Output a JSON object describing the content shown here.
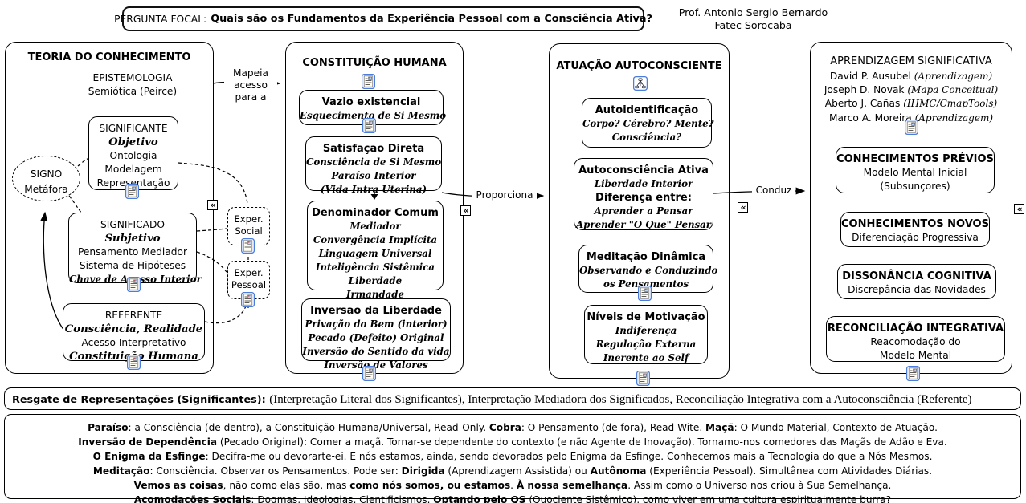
{
  "header": {
    "focal_label": "PERGUNTA FOCAL:",
    "focal_question": "Quais são os Fundamentos da Experiência Pessoal com a Consciência Ativa?",
    "author_line1": "Prof. Antonio Sergio Bernardo",
    "author_line2": "Fatec Sorocaba"
  },
  "colors": {
    "icon_border": "#4a7ddc",
    "ink": "#000000",
    "background": "#ffffff"
  },
  "icons": {
    "resource": "resource-link-icon",
    "cmap": "concept-map-icon",
    "collapse": "«"
  },
  "groups": {
    "teoria": "TEORIA DO CONHECIMENTO",
    "constituicao": "CONSTITUIÇÃO HUMANA",
    "atuacao": "ATUAÇÃO AUTOCONSCIENTE",
    "aprendizagem": "APRENDIZAGEM SIGNIFICATIVA"
  },
  "connectors": {
    "mapeia": [
      [
        {
          "t": "Mapeia",
          "s": "sans"
        }
      ],
      [
        {
          "t": "acesso",
          "s": "sans"
        }
      ],
      [
        {
          "t": "para a",
          "s": "sans"
        }
      ]
    ],
    "proporciona": "Proporciona",
    "conduz": "Conduz"
  },
  "nodes": {
    "epistemologia": [
      [
        {
          "t": "EPISTEMOLOGIA",
          "s": "sans"
        }
      ],
      [
        {
          "t": "Semiótica (Peirce)",
          "s": "sans"
        }
      ]
    ],
    "significante": [
      [
        {
          "t": "SIGNIFICANTE",
          "s": "sans"
        }
      ],
      [
        {
          "t": "Objetivo",
          "s": "scrL"
        }
      ],
      [
        {
          "t": "Ontologia",
          "s": "sans"
        }
      ],
      [
        {
          "t": "Modelagem",
          "s": "sans"
        }
      ],
      [
        {
          "t": "Representação",
          "s": "sans"
        }
      ]
    ],
    "signo": [
      [
        {
          "t": "SIGNO",
          "s": "sans"
        }
      ],
      [
        {
          "t": "Metáfora",
          "s": "sans"
        }
      ]
    ],
    "significado": [
      [
        {
          "t": "SIGNIFICADO",
          "s": "sans"
        }
      ],
      [
        {
          "t": "Subjetivo",
          "s": "scrL"
        }
      ],
      [
        {
          "t": "Pensamento Mediador",
          "s": "sans"
        }
      ],
      [
        {
          "t": "Sistema de Hipóteses",
          "s": "sans"
        }
      ],
      [
        {
          "t": "Chave de Acesso Interior",
          "s": "scr"
        }
      ]
    ],
    "referente": [
      [
        {
          "t": "REFERENTE",
          "s": "sans"
        }
      ],
      [
        {
          "t": "Consciência, Realidade",
          "s": "scrL"
        }
      ],
      [
        {
          "t": "Acesso Interpretativo",
          "s": "sans"
        }
      ],
      [
        {
          "t": "Constituição Humana",
          "s": "scrL"
        }
      ]
    ],
    "vazio": [
      [
        {
          "t": "Vazio existencial",
          "s": "sb"
        }
      ],
      [
        {
          "t": "Esquecimento de Si Mesmo",
          "s": "scr"
        }
      ]
    ],
    "satisfacao": [
      [
        {
          "t": "Satisfação Direta",
          "s": "sb"
        }
      ],
      [
        {
          "t": "Consciência de Si Mesmo",
          "s": "scr"
        }
      ],
      [
        {
          "t": "Paraíso Interior",
          "s": "scr"
        }
      ],
      [
        {
          "t": "(Vida Intra Uterina)",
          "s": "scr"
        }
      ]
    ],
    "denominador": [
      [
        {
          "t": "Denominador Comum",
          "s": "sb"
        }
      ],
      [
        {
          "t": "Mediador",
          "s": "scr"
        }
      ],
      [
        {
          "t": "Convergência Implícita",
          "s": "scr"
        }
      ],
      [
        {
          "t": "Linguagem Universal",
          "s": "scr"
        }
      ],
      [
        {
          "t": "Inteligência Sistêmica",
          "s": "scr"
        }
      ],
      [
        {
          "t": "Liberdade",
          "s": "scr"
        }
      ],
      [
        {
          "t": "Irmandade",
          "s": "scr"
        }
      ]
    ],
    "inversao": [
      [
        {
          "t": "Inversão da Liberdade",
          "s": "sb"
        }
      ],
      [
        {
          "t": "Privação do Bem (interior)",
          "s": "scr"
        }
      ],
      [
        {
          "t": "Pecado (Defeito) Original",
          "s": "scr"
        }
      ],
      [
        {
          "t": "Inversão do Sentido da vida",
          "s": "scr"
        }
      ],
      [
        {
          "t": "Inversão de Valores",
          "s": "scr"
        }
      ]
    ],
    "autoident": [
      [
        {
          "t": "Autoidentificação",
          "s": "sb"
        }
      ],
      [
        {
          "t": "Corpo? Cérebro? Mente?",
          "s": "scr"
        }
      ],
      [
        {
          "t": "Consciência?",
          "s": "scr"
        }
      ]
    ],
    "autoconsc": [
      [
        {
          "t": "Autoconsciência Ativa",
          "s": "sb"
        }
      ],
      [
        {
          "t": "Liberdade Interior",
          "s": "scr"
        }
      ],
      [
        {
          "t": "Diferença entre:",
          "s": "sb"
        }
      ],
      [
        {
          "t": "Aprender a Pensar",
          "s": "scr"
        }
      ],
      [
        {
          "t": "Aprender \"O Que\" Pensar",
          "s": "scr"
        }
      ]
    ],
    "meditacao": [
      [
        {
          "t": "Meditação Dinâmica",
          "s": "sb"
        }
      ],
      [
        {
          "t": "Observando e Conduzindo",
          "s": "scr"
        }
      ],
      [
        {
          "t": "os Pensamentos",
          "s": "scr"
        }
      ]
    ],
    "niveis": [
      [
        {
          "t": "Níveis de Motivação",
          "s": "sb"
        }
      ],
      [
        {
          "t": "Indiferença",
          "s": "scr"
        }
      ],
      [
        {
          "t": "Regulação Externa",
          "s": "scr"
        }
      ],
      [
        {
          "t": "Inerente ao Self",
          "s": "scr"
        }
      ]
    ],
    "autores": [
      [
        {
          "t": "David P. Ausubel ",
          "s": "sans"
        },
        {
          "t": "(Aprendizagem)",
          "s": "si"
        }
      ],
      [
        {
          "t": "Joseph D. Novak ",
          "s": "sans"
        },
        {
          "t": "(Mapa Conceitual)",
          "s": "si"
        }
      ],
      [
        {
          "t": "Aberto J. Cañas ",
          "s": "sans"
        },
        {
          "t": "(IHMC/CmapTools)",
          "s": "si"
        }
      ],
      [
        {
          "t": "Marco A. Moreira ",
          "s": "sans"
        },
        {
          "t": "(Aprendizagem)",
          "s": "si"
        }
      ]
    ],
    "previos": [
      [
        {
          "t": "CONHECIMENTOS PRÉVIOS",
          "s": "sb"
        }
      ],
      [
        {
          "t": "Modelo Mental Inicial",
          "s": "sans"
        }
      ],
      [
        {
          "t": "(Subsunçores)",
          "s": "sans"
        }
      ]
    ],
    "novos": [
      [
        {
          "t": "CONHECIMENTOS NOVOS",
          "s": "sb"
        }
      ],
      [
        {
          "t": "Diferenciação Progressiva",
          "s": "sans"
        }
      ]
    ],
    "dissonancia": [
      [
        {
          "t": "DISSONÂNCIA COGNITIVA",
          "s": "sb"
        }
      ],
      [
        {
          "t": "Discrepância das Novidades",
          "s": "sans"
        }
      ]
    ],
    "reconciliacao": [
      [
        {
          "t": "RECONCILIAÇÃO INTEGRATIVA",
          "s": "sb"
        }
      ],
      [
        {
          "t": "Reacomodação do",
          "s": "sans"
        }
      ],
      [
        {
          "t": "Modelo Mental",
          "s": "sans"
        }
      ]
    ],
    "exper_social": [
      [
        {
          "t": "Exper.",
          "s": "sans"
        }
      ],
      [
        {
          "t": "Social",
          "s": "sans"
        }
      ]
    ],
    "exper_pessoal": [
      [
        {
          "t": "Exper.",
          "s": "sans"
        }
      ],
      [
        {
          "t": "Pessoal",
          "s": "sans"
        }
      ]
    ]
  },
  "bar": [
    [
      {
        "t": "Resgate de Representações (Significantes):  ",
        "s": "sb"
      },
      {
        "t": "(Interpretação Literal dos ",
        "s": "ser"
      },
      {
        "t": "Significantes",
        "s": "seru"
      },
      {
        "t": "), Interpretação Mediadora dos ",
        "s": "ser"
      },
      {
        "t": "Significados",
        "s": "seru"
      },
      {
        "t": ", Reconciliação Integrativa com a Autoconsciência (",
        "s": "ser"
      },
      {
        "t": "Referente",
        "s": "seru"
      },
      {
        "t": ")",
        "s": "ser"
      }
    ]
  ],
  "notes": [
    [
      {
        "t": "Paraíso",
        "s": "sb"
      },
      {
        "t": ": a Consciência (de dentro), a Constituição Humana/Universal, Read-Only.   ",
        "s": "sans"
      },
      {
        "t": "Cobra",
        "s": "sb"
      },
      {
        "t": ": O Pensamento (de fora), Read-Wite.   ",
        "s": "sans"
      },
      {
        "t": "Maçã",
        "s": "sb"
      },
      {
        "t": ": O Mundo Material, Contexto de Atuação.",
        "s": "sans"
      }
    ],
    [
      {
        "t": "Inversão de Dependência",
        "s": "sb"
      },
      {
        "t": " (Pecado Original): Comer a maçã. Tornar-se dependente do contexto (e não Agente de Inovação). Tornamo-nos comedores das Maçãs de Adão e Eva.",
        "s": "sans"
      }
    ],
    [
      {
        "t": "O Enigma da Esfinge",
        "s": "sb"
      },
      {
        "t": ": Decifra-me ou devorarte-ei. E nós estamos, ainda, sendo devorados pelo Enigma da Esfinge. Conhecemos mais a Tecnologia do que a Nós Mesmos.",
        "s": "sans"
      }
    ],
    [
      {
        "t": "Meditação",
        "s": "sb"
      },
      {
        "t": ": Consciência. Observar os Pensamentos. Pode ser: ",
        "s": "sans"
      },
      {
        "t": "Dirigida",
        "s": "sb"
      },
      {
        "t": " (Aprendizagem Assistida) ou ",
        "s": "sans"
      },
      {
        "t": "Autônoma",
        "s": "sb"
      },
      {
        "t": " (Experiência Pessoal). Simultânea com Atividades Diárias.",
        "s": "sans"
      }
    ],
    [
      {
        "t": "Vemos as coisas",
        "s": "sb"
      },
      {
        "t": ", não como elas são, mas ",
        "s": "sans"
      },
      {
        "t": "como nós somos, ou estamos",
        "s": "sb"
      },
      {
        "t": ". ",
        "s": "sans"
      },
      {
        "t": "À nossa semelhança",
        "s": "sb"
      },
      {
        "t": ". Assim como o Universo nos criou à Sua Semelhança.",
        "s": "sans"
      }
    ],
    [
      {
        "t": "Acomodações Sociais",
        "s": "sb"
      },
      {
        "t": ": Dogmas, Ideologias, Cientificismos. ",
        "s": "sans"
      },
      {
        "t": "Optando pelo QS",
        "s": "sb"
      },
      {
        "t": " (Quociente Sistêmico), como viver em uma cultura espiritualmente burra?",
        "s": "sans"
      }
    ]
  ]
}
